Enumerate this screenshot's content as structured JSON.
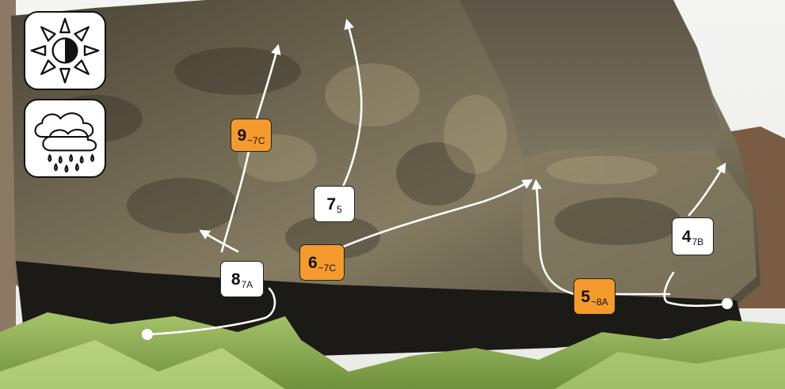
{
  "icons": {
    "sun": "sun-half-shade-icon",
    "rain": "rain-cloud-icon"
  },
  "colors": {
    "tag_white": "#ffffff",
    "tag_orange": "#f59a2c",
    "route_line": "#ffffff"
  },
  "problems": [
    {
      "number": "9",
      "grade": "~7C",
      "style": "orange"
    },
    {
      "number": "7",
      "grade": "5",
      "style": "white"
    },
    {
      "number": "8",
      "grade": "7A",
      "style": "white"
    },
    {
      "number": "6",
      "grade": "~7C",
      "style": "orange"
    },
    {
      "number": "5",
      "grade": "~8A",
      "style": "orange"
    },
    {
      "number": "4",
      "grade": "7B",
      "style": "white"
    }
  ]
}
